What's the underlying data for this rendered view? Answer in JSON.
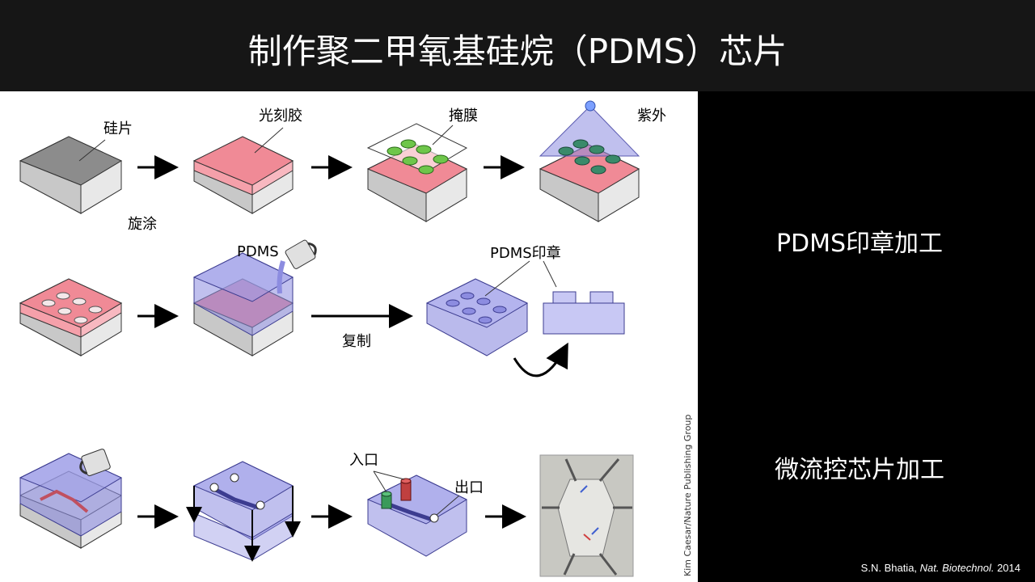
{
  "slide": {
    "title": "制作聚二甲氧基硅烷（PDMS）芯片",
    "side_labels": {
      "stamp": "PDMS印章加工",
      "microfluidic": "微流控芯片加工"
    },
    "citation": {
      "author": "S.N. Bhatia,",
      "journal": "Nat. Biotechnol.",
      "year": "2014"
    }
  },
  "figure": {
    "labels": {
      "silicon_wafer": "硅片",
      "photoresist": "光刻胶",
      "mask": "掩膜",
      "uv": "紫外",
      "spin_coat": "旋涂",
      "pdms": "PDMS",
      "replicate": "复制",
      "pdms_stamp": "PDMS印章",
      "inlet": "入口",
      "outlet": "出口"
    },
    "credit": "Kim Caesar/Nature Publishing Group"
  },
  "colors": {
    "gray_top": "#8c8c8c",
    "pink": "#f08a96",
    "pdms": "#8c8ce0",
    "green": "#6ec64a"
  }
}
